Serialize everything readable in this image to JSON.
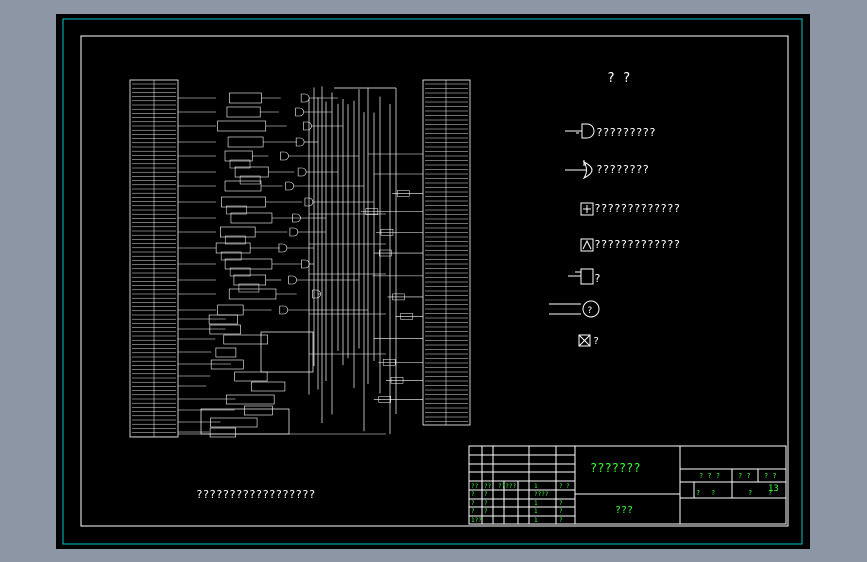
{
  "colors": {
    "background": "#8c96a4",
    "canvas": "#000000",
    "outer_border": "#00c8c8",
    "lines": "#ffffff",
    "title_text": "#33ff33",
    "block_text": "#ffffff"
  },
  "drawing": {
    "caption": "??????????????????",
    "legend_title": "?  ?",
    "legend": [
      {
        "symbol": "and-gate-icon",
        "text": "?????????"
      },
      {
        "symbol": "or-gate-icon",
        "text": "????????"
      },
      {
        "symbol": "timer-box-icon",
        "text": "?????????????"
      },
      {
        "symbol": "delay-box-icon",
        "text": "?????????????"
      },
      {
        "symbol": "input-box-icon",
        "text": "?"
      },
      {
        "symbol": "circle-icon",
        "text": "?"
      },
      {
        "symbol": "cross-box-icon",
        "text": "?"
      }
    ]
  },
  "title_block": {
    "drawing_name": "???????",
    "company": "???",
    "sheet_number": "13",
    "top_right": [
      "? ? ?",
      "?  ?",
      "?  ?"
    ],
    "right_row2": [
      "?",
      "?",
      "?",
      "?"
    ],
    "rows": [
      [
        "??",
        "??",
        "?????",
        "1",
        "?",
        "?"
      ],
      [
        "?",
        "?",
        "",
        "????",
        "",
        ""
      ],
      [
        "?",
        "?",
        "",
        "1",
        "?",
        "",
        ""
      ],
      [
        "?",
        "?",
        "",
        "1",
        "?",
        ""
      ],
      [
        "1??",
        "",
        "",
        "1",
        "?",
        ""
      ]
    ]
  }
}
